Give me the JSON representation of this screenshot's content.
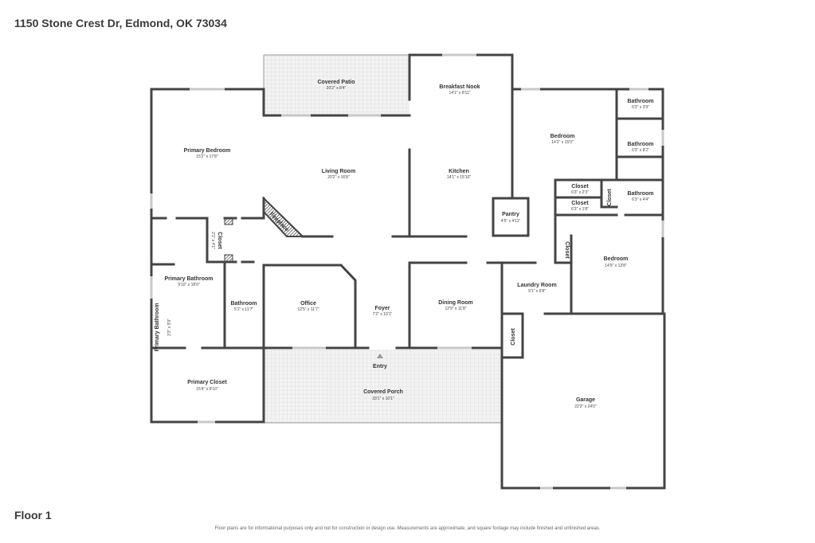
{
  "address": "1150 Stone Crest Dr, Edmond, OK 73034",
  "floor": "Floor 1",
  "disclaimer": "Floor plans are for informational purposes only and not for construction or design use. Measurements are approximate, and square footage may include finished and unfinished areas.",
  "rooms": {
    "covered_patio": {
      "name": "Covered Patio",
      "dims": "20'2\" x 8'4\""
    },
    "breakfast_nook": {
      "name": "Breakfast Nook",
      "dims": "14'1\" x 8'11\""
    },
    "primary_bedroom": {
      "name": "Primary Bedroom",
      "dims": "15'2\" x 17'8\""
    },
    "living_room": {
      "name": "Living Room",
      "dims": "20'2\" x 16'8\""
    },
    "kitchen": {
      "name": "Kitchen",
      "dims": "14'1\" x 15'10\""
    },
    "bedroom_1": {
      "name": "Bedroom",
      "dims": "14'2\" x 15'0\""
    },
    "bathroom_1": {
      "name": "Bathroom",
      "dims": "6'3\" x 3'9\""
    },
    "bathroom_2": {
      "name": "Bathroom",
      "dims": "6'3\" x 8'2\""
    },
    "closet_1": {
      "name": "Closet",
      "dims": "6'3\" x 2'3\""
    },
    "closet_2": {
      "name": "Closet",
      "dims": "6'3\" x 1'8\""
    },
    "closet_3": {
      "name": "Closet"
    },
    "bathroom_3": {
      "name": "Bathroom",
      "dims": "6'3\" x 4'4\""
    },
    "pantry": {
      "name": "Pantry",
      "dims": "4'5\" x 4'11\""
    },
    "fireplace": {
      "name": "Fireplace"
    },
    "closet_4": {
      "name": "Closet",
      "dims": "2'1\" x 4'1\""
    },
    "closet_5": {
      "name": "Closet"
    },
    "bedroom_2": {
      "name": "Bedroom",
      "dims": "14'9\" x 13'8\""
    },
    "primary_bathroom": {
      "name": "Primary Bathroom",
      "dims": "9'10\" x 18'0\""
    },
    "bathroom_4": {
      "name": "Bathroom",
      "dims": "5'1\" x 11'7\""
    },
    "office": {
      "name": "Office",
      "dims": "12'5\" x 11'7\""
    },
    "foyer": {
      "name": "Foyer",
      "dims": "7'2\" x 10'1\""
    },
    "dining_room": {
      "name": "Dining Room",
      "dims": "12'9\" x 11'8\""
    },
    "laundry_room": {
      "name": "Laundry Room",
      "dims": "9'1\" x 6'8\""
    },
    "primary_bathroom_2": {
      "name": "Primary Bathroom",
      "dims": "3'3\" x 5'9\""
    },
    "closet_6": {
      "name": "Closet"
    },
    "entry": {
      "name": "Entry"
    },
    "primary_closet": {
      "name": "Primary Closet",
      "dims": "15'4\" x 9'10\""
    },
    "covered_porch": {
      "name": "Covered Porch",
      "dims": "33'1\" x 10'1\""
    },
    "garage": {
      "name": "Garage",
      "dims": "22'2\" x 24'0\""
    }
  }
}
